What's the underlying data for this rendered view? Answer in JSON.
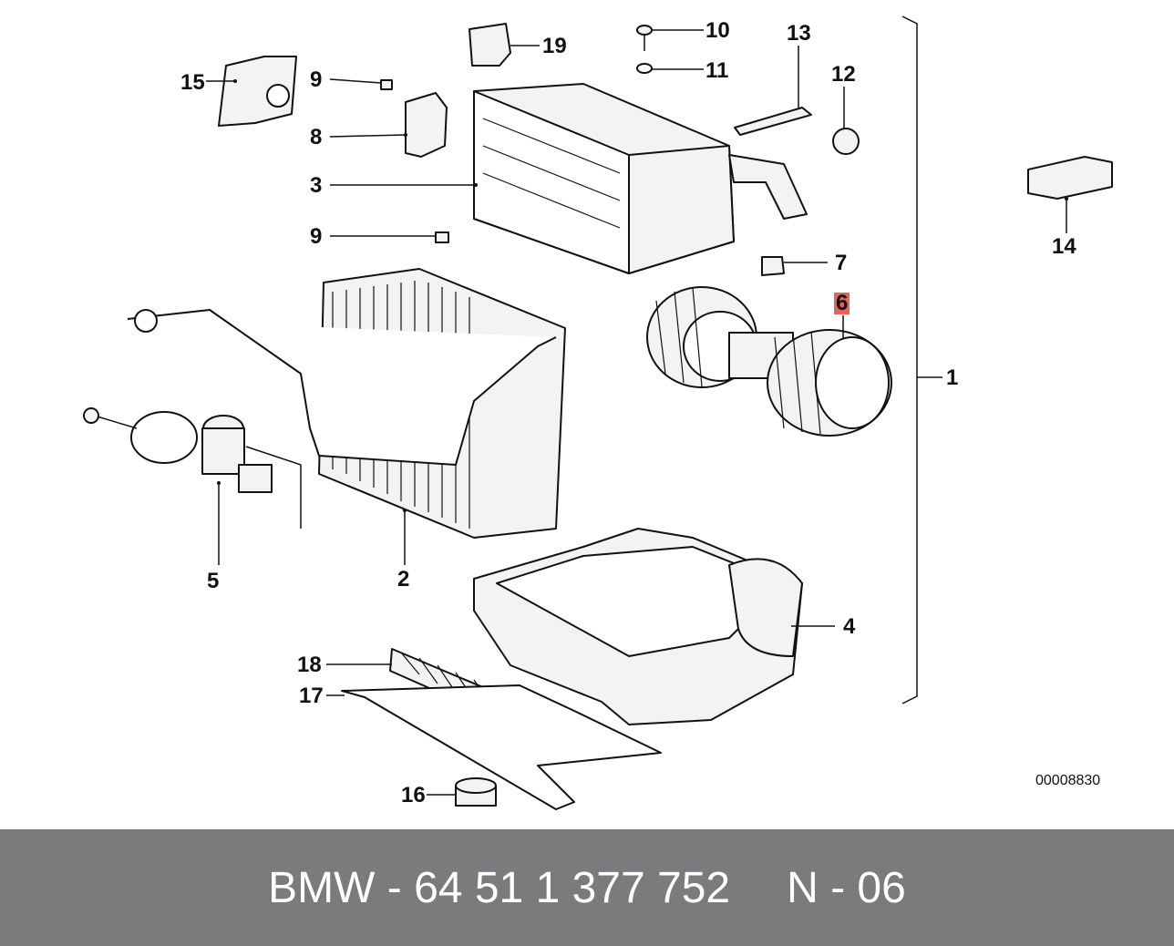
{
  "diagram": {
    "callouts": [
      {
        "id": "c1",
        "label": "1",
        "highlighted": false
      },
      {
        "id": "c2",
        "label": "2",
        "highlighted": false
      },
      {
        "id": "c3",
        "label": "3",
        "highlighted": false
      },
      {
        "id": "c4",
        "label": "4",
        "highlighted": false
      },
      {
        "id": "c5",
        "label": "5",
        "highlighted": false
      },
      {
        "id": "c6",
        "label": "6",
        "highlighted": true
      },
      {
        "id": "c7",
        "label": "7",
        "highlighted": false
      },
      {
        "id": "c8",
        "label": "8",
        "highlighted": false
      },
      {
        "id": "c9a",
        "label": "9",
        "highlighted": false
      },
      {
        "id": "c9b",
        "label": "9",
        "highlighted": false
      },
      {
        "id": "c10",
        "label": "10",
        "highlighted": false
      },
      {
        "id": "c11",
        "label": "11",
        "highlighted": false
      },
      {
        "id": "c12",
        "label": "12",
        "highlighted": false
      },
      {
        "id": "c13",
        "label": "13",
        "highlighted": false
      },
      {
        "id": "c14",
        "label": "14",
        "highlighted": false
      },
      {
        "id": "c15",
        "label": "15",
        "highlighted": false
      },
      {
        "id": "c16",
        "label": "16",
        "highlighted": false
      },
      {
        "id": "c17",
        "label": "17",
        "highlighted": false
      },
      {
        "id": "c18",
        "label": "18",
        "highlighted": false
      },
      {
        "id": "c19",
        "label": "19",
        "highlighted": false
      }
    ],
    "reference_code": "00008830",
    "highlight_color": "#e8625d"
  },
  "footer": {
    "part_text": "BMW - 64 51 1 377 752",
    "page_text": "N - 06",
    "background": "#7b7b7d"
  }
}
